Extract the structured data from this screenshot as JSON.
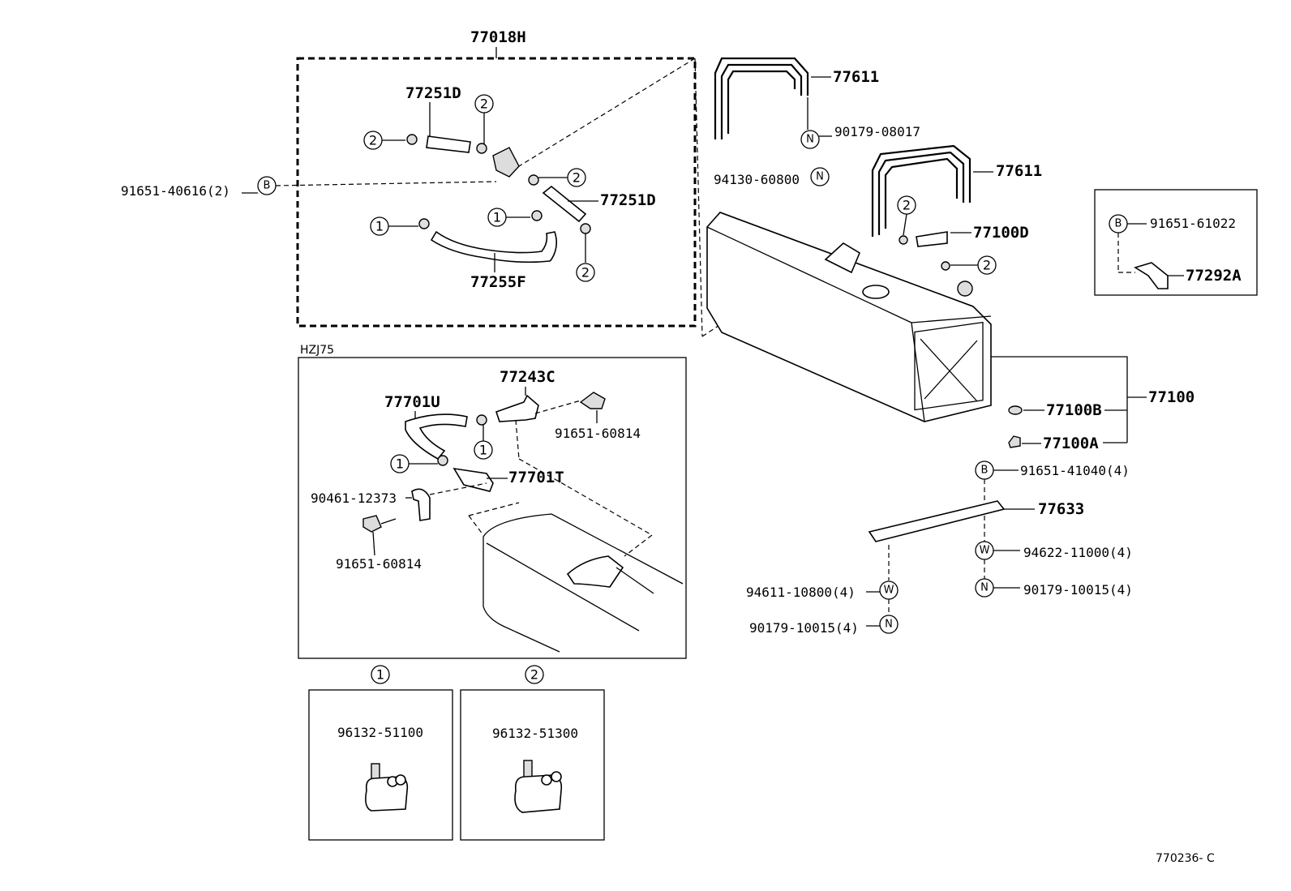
{
  "parts": {
    "kit_77018H": "77018H",
    "hose_77251D_top": "77251D",
    "hose_77251D_right": "77251D",
    "hose_77255F": "77255F",
    "bolt_91651_40616": "91651-40616(2)",
    "band_77611_left": "77611",
    "nut_90179_08017": "90179-08017",
    "nut_94130_60800": "94130-60800",
    "band_77611_right": "77611",
    "hose_77100D": "77100D",
    "bolt_91651_61022": "91651-61022",
    "bracket_77292A": "77292A",
    "tank_77100": "77100",
    "part_77100B": "77100B",
    "part_77100A": "77100A",
    "bolt_91651_41040": "91651-41040(4)",
    "bracket_77633": "77633",
    "washer_94622_11000": "94622-11000(4)",
    "nut_90179_10015_right": "90179-10015(4)",
    "washer_94611_10800": "94611-10800(4)",
    "nut_90179_10015_left": "90179-10015(4)",
    "model_label": "HZJ75",
    "pipe_77243C": "77243C",
    "hose_77701U": "77701U",
    "bolt_91651_60814_top": "91651-60814",
    "filter_77701T": "77701T",
    "clamp_90461_12373": "90461-12373",
    "bolt_91651_60814_bottom": "91651-60814",
    "clip1_number": "96132-51100",
    "clip2_number": "96132-51300",
    "figure_id": "770236- C"
  },
  "callouts": {
    "one": "1",
    "two": "2",
    "B": "B",
    "N": "N",
    "W": "W"
  }
}
